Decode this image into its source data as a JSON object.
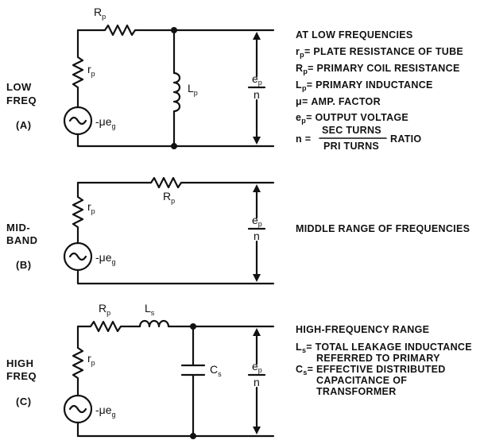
{
  "panels": {
    "a": {
      "side_line1": "LOW",
      "side_line2": "FREQ",
      "tag": "(A)",
      "resistor_Rp": {
        "main": "R",
        "sub": "p"
      },
      "resistor_rp": {
        "main": "r",
        "sub": "p"
      },
      "inductor_Lp": {
        "main": "L",
        "sub": "p"
      },
      "source": {
        "main": "-μe",
        "sub": "g"
      },
      "output": {
        "num_main": "e",
        "num_sub": "p",
        "den": "n"
      },
      "legend_title": "AT LOW FREQUENCIES",
      "legend": [
        {
          "sym": "r",
          "sub": "p",
          "text": "= PLATE RESISTANCE OF TUBE"
        },
        {
          "sym": "R",
          "sub": "p",
          "text": "= PRIMARY COIL RESISTANCE"
        },
        {
          "sym": "L",
          "sub": "p",
          "text": "= PRIMARY INDUCTANCE"
        },
        {
          "sym": "μ",
          "sub": "",
          "text": "= AMP. FACTOR"
        },
        {
          "sym": "e",
          "sub": "p",
          "text": "= OUTPUT VOLTAGE"
        }
      ],
      "ratio": {
        "sym": "n =",
        "num": "SEC TURNS",
        "den": "PRI TURNS",
        "suffix": "RATIO"
      }
    },
    "b": {
      "side_line1": "MID-",
      "side_line2": "BAND",
      "tag": "(B)",
      "resistor_Rp": {
        "main": "R",
        "sub": "p"
      },
      "resistor_rp": {
        "main": "r",
        "sub": "p"
      },
      "source": {
        "main": "-μe",
        "sub": "g"
      },
      "output": {
        "num_main": "e",
        "num_sub": "p",
        "den": "n"
      },
      "legend_title": "MIDDLE RANGE OF FREQUENCIES"
    },
    "c": {
      "side_line1": "HIGH",
      "side_line2": "FREQ",
      "tag": "(C)",
      "resistor_Rp": {
        "main": "R",
        "sub": "p"
      },
      "inductor_Ls": {
        "main": "L",
        "sub": "s"
      },
      "resistor_rp": {
        "main": "r",
        "sub": "p"
      },
      "capacitor_Cs": {
        "main": "C",
        "sub": "s"
      },
      "source": {
        "main": "-μe",
        "sub": "g"
      },
      "output": {
        "num_main": "e",
        "num_sub": "p",
        "den": "n"
      },
      "legend_title": "HIGH-FREQUENCY RANGE",
      "legend_ls": {
        "sym": "L",
        "sub": "s",
        "line1": "= TOTAL LEAKAGE INDUCTANCE",
        "line2": "REFERRED TO PRIMARY"
      },
      "legend_cs": {
        "sym": "C",
        "sub": "s",
        "line1": "= EFFECTIVE DISTRIBUTED",
        "line2": "CAPACITANCE OF",
        "line3": "TRANSFORMER"
      }
    }
  }
}
